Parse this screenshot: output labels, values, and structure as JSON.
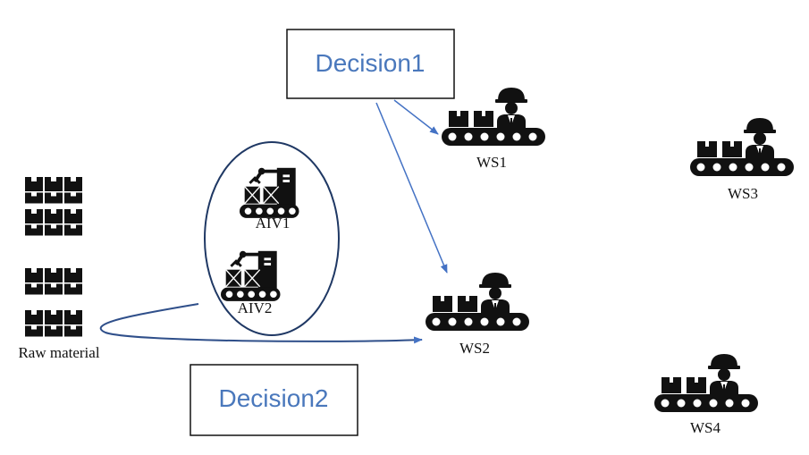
{
  "decisions": {
    "decision1": "Decision1",
    "decision2": "Decision2"
  },
  "vehicles": {
    "aiv1": "AIV1",
    "aiv2": "AIV2"
  },
  "workstations": {
    "ws1": "WS1",
    "ws2": "WS2",
    "ws3": "WS3",
    "ws4": "WS4"
  },
  "raw_material": {
    "label": "Raw material"
  },
  "icons": {
    "workstation": "worker-conveyor-icon",
    "vehicle": "robot-arm-vehicle-icon",
    "raw_material": "stacked-boxes-icon"
  },
  "colors": {
    "box_text": "#4a78bc",
    "arrow": "#4472c4",
    "ellipse_stroke": "#1f3864",
    "icon": "#111111"
  }
}
